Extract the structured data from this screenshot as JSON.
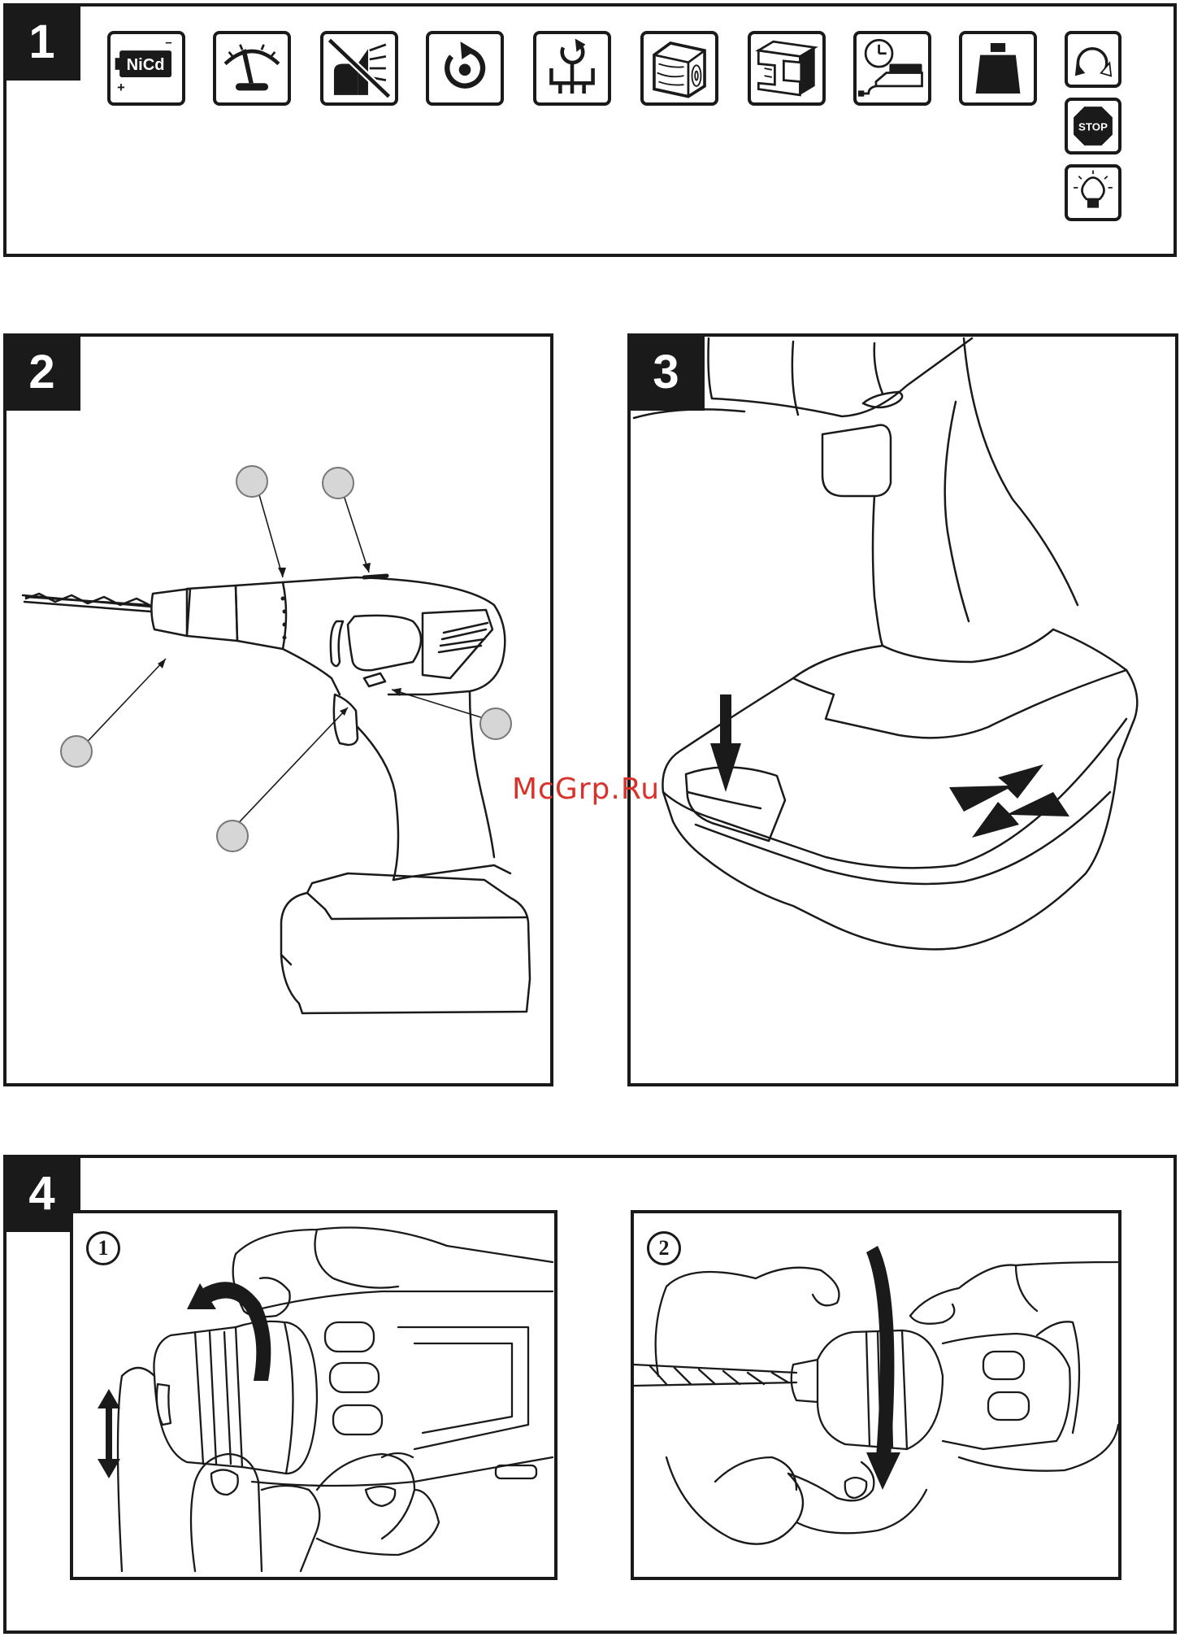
{
  "panels": {
    "p1": {
      "number": "1"
    },
    "p2": {
      "number": "2"
    },
    "p3": {
      "number": "3"
    },
    "p4": {
      "number": "4"
    }
  },
  "icons": {
    "battery": {
      "label": "NiCd",
      "minus": "−",
      "plus": "+"
    },
    "stop": {
      "label": "STOP"
    }
  },
  "steps": {
    "step1": "1",
    "step2": "2"
  },
  "watermark": "McGrp.Ru"
}
